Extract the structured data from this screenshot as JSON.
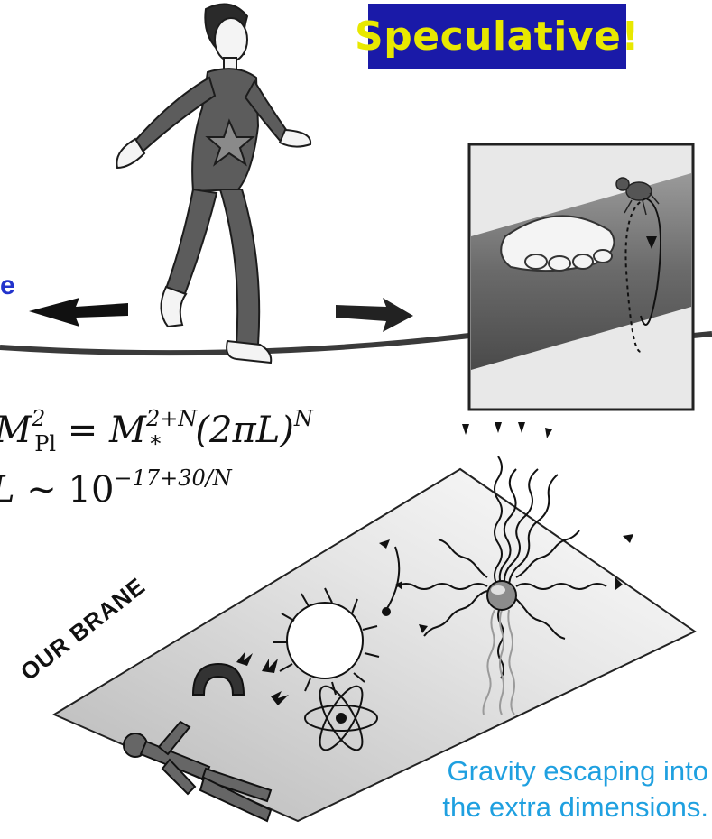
{
  "badge": {
    "text": "Speculative!"
  },
  "equations": {
    "line1": {
      "M": "M",
      "sub": "Pl",
      "sup": "2",
      "eq": "=",
      "M2": "M",
      "sub2": "*",
      "sup2": "2+N",
      "rest": "(2πL)",
      "sup3": "N"
    },
    "line2": {
      "L": "L",
      "sim": "∼",
      "base": "10",
      "exp": "−17+30/N"
    }
  },
  "brane_label": "OUR BRANE",
  "caption": {
    "line1": "Gravity escaping into",
    "line2": "the extra dimensions."
  },
  "colors": {
    "badge_bg": "#1a1aa8",
    "badge_fg": "#e8e800",
    "caption": "#1fa0e0"
  }
}
